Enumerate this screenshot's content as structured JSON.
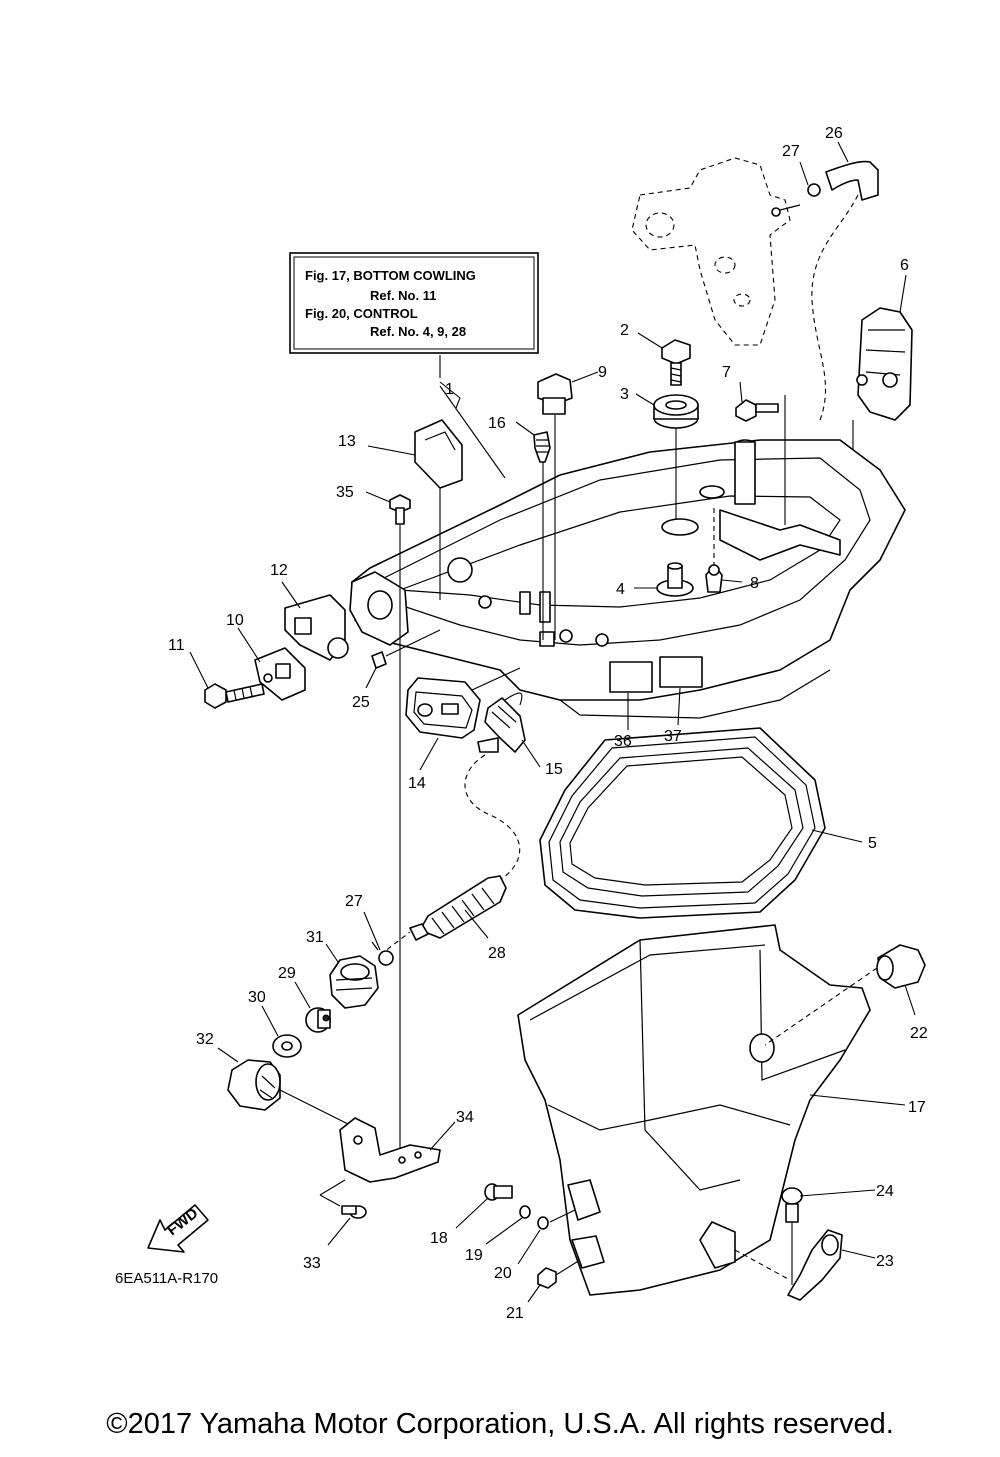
{
  "reference_box": {
    "line1": "Fig. 17, BOTTOM COWLING",
    "line2": "Ref. No. 11",
    "line3": "Fig. 20, CONTROL",
    "line4": "Ref. No. 4, 9, 28"
  },
  "fwd_label": "FWD",
  "diagram_code": "6EA511A-R170",
  "copyright": "©2017 Yamaha Motor Corporation, U.S.A. All rights reserved.",
  "callouts": {
    "c1": "1",
    "c2": "2",
    "c3": "3",
    "c4": "4",
    "c5": "5",
    "c6": "6",
    "c7": "7",
    "c8": "8",
    "c9": "9",
    "c10": "10",
    "c11": "11",
    "c12": "12",
    "c13": "13",
    "c14": "14",
    "c15": "15",
    "c16": "16",
    "c17": "17",
    "c18": "18",
    "c19": "19",
    "c20": "20",
    "c21": "21",
    "c22": "22",
    "c23": "23",
    "c24": "24",
    "c25": "25",
    "c26": "26",
    "c27a": "27",
    "c27b": "27",
    "c28": "28",
    "c29": "29",
    "c30": "30",
    "c31": "31",
    "c32": "32",
    "c33": "33",
    "c34": "34",
    "c35": "35",
    "c36": "36",
    "c37": "37"
  }
}
